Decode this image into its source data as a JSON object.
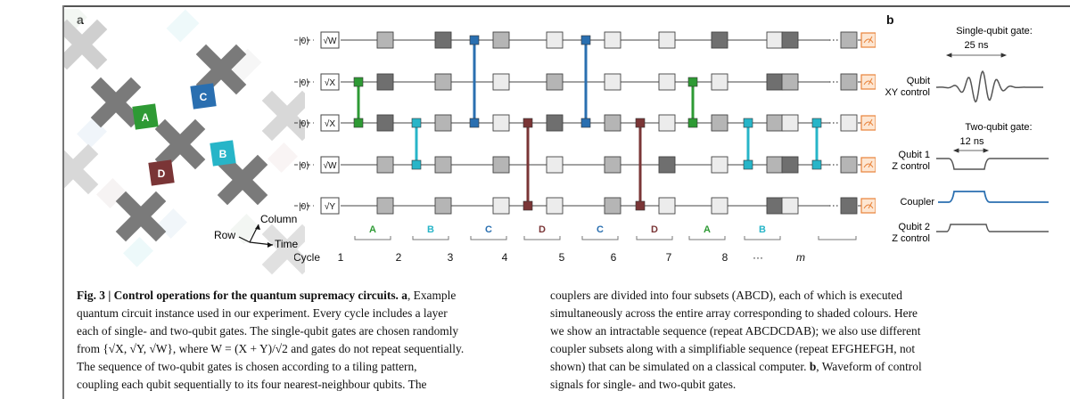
{
  "panel_a": {
    "label": "a",
    "lattice_labels": [
      "A",
      "B",
      "C",
      "D"
    ],
    "lattice_axes": {
      "column": "Column",
      "row": "Row",
      "time": "Time"
    },
    "qubit_inits": [
      "|0⟩",
      "|0⟩",
      "|0⟩",
      "|0⟩",
      "|0⟩"
    ],
    "first_gates": [
      "√W",
      "√X",
      "√X",
      "√W",
      "√Y"
    ],
    "cycle_label": "Cycle",
    "cycles": [
      "1",
      "2",
      "3",
      "4",
      "5",
      "6",
      "7",
      "8",
      "···",
      "m"
    ],
    "cycle_letters": [
      "A",
      "B",
      "C",
      "D",
      "C",
      "D",
      "A",
      "B"
    ]
  },
  "panel_b": {
    "label": "b",
    "single_title": "Single-qubit gate:",
    "single_duration": "25 ns",
    "qubit_xy_line1": "Qubit",
    "qubit_xy_line2": "XY control",
    "two_title": "Two-qubit gate:",
    "two_duration": "12 ns",
    "q1_line1": "Qubit 1",
    "q1_line2": "Z control",
    "coupler": "Coupler",
    "q2_line1": "Qubit 2",
    "q2_line2": "Z control"
  },
  "caption": {
    "fig_label": "Fig. 3 | Control operations for the quantum supremacy circuits.",
    "panel_a_marker": "a",
    "left_lines": [
      ", Example",
      "quantum circuit instance used in our experiment. Every cycle includes a layer",
      "each of single- and two-qubit gates. The single-qubit gates are chosen randomly",
      "from {√X, √Y, √W}, where W = (X + Y)/√2 and gates do not repeat sequentially.",
      "The sequence of two-qubit gates is chosen according to a tiling pattern,",
      "coupling each qubit sequentially to its four nearest-neighbour qubits. The"
    ],
    "right_lines": [
      "couplers are divided into four subsets (ABCD), each of which is executed",
      "simultaneously across the entire array corresponding to shaded colours. Here",
      "we show an intractable sequence (repeat ABCDCDAB); we also use different",
      "coupler subsets along with a simplifiable sequence (repeat EFGHEFGH, not",
      "shown) that can be simulated on a classical computer."
    ],
    "panel_b_marker": "b",
    "right_last": ", Waveform of control",
    "right_final": "signals for single- and two-qubit gates."
  },
  "colors": {
    "A": "#2e9a34",
    "B": "#27b5c8",
    "C": "#2a6fb0",
    "D": "#7a3536",
    "measure": "#e8823a",
    "gate_dark": "#6f6f6f",
    "gate_mid": "#b5b5b5",
    "gate_light": "#ececec"
  },
  "chart_data": {
    "type": "table",
    "gate_shading": [
      [
        "mid",
        "dark",
        "mid",
        "light",
        "light",
        "light",
        "dark",
        "light",
        "dark",
        "mid"
      ],
      [
        "dark",
        "mid",
        "light",
        "mid",
        "light",
        "light",
        "light",
        "dark",
        "mid",
        "mid"
      ],
      [
        "dark",
        "mid",
        "light",
        "dark",
        "mid",
        "light",
        "mid",
        "mid",
        "light",
        "light"
      ],
      [
        "mid",
        "mid",
        "mid",
        "light",
        "mid",
        "dark",
        "light",
        "mid",
        "dark",
        "mid"
      ],
      [
        "mid",
        "mid",
        "light",
        "light",
        "mid",
        "light",
        "light",
        "dark",
        "light",
        "dark"
      ]
    ],
    "couplers": [
      {
        "cycle": 1,
        "qubits": [
          2,
          3
        ],
        "subset": "A"
      },
      {
        "cycle": 2,
        "qubits": [
          3,
          4
        ],
        "subset": "B"
      },
      {
        "cycle": 3,
        "qubits": [
          1,
          3
        ],
        "subset": "C"
      },
      {
        "cycle": 4,
        "qubits": [
          3,
          5
        ],
        "subset": "D"
      },
      {
        "cycle": 5,
        "qubits": [
          1,
          3
        ],
        "subset": "C"
      },
      {
        "cycle": 6,
        "qubits": [
          3,
          5
        ],
        "subset": "D"
      },
      {
        "cycle": 7,
        "qubits": [
          2,
          3
        ],
        "subset": "A"
      },
      {
        "cycle": 8,
        "qubits": [
          3,
          4
        ],
        "subset": "B"
      },
      {
        "cycle": "m",
        "qubits": [
          3,
          4
        ],
        "subset": "B"
      }
    ]
  }
}
